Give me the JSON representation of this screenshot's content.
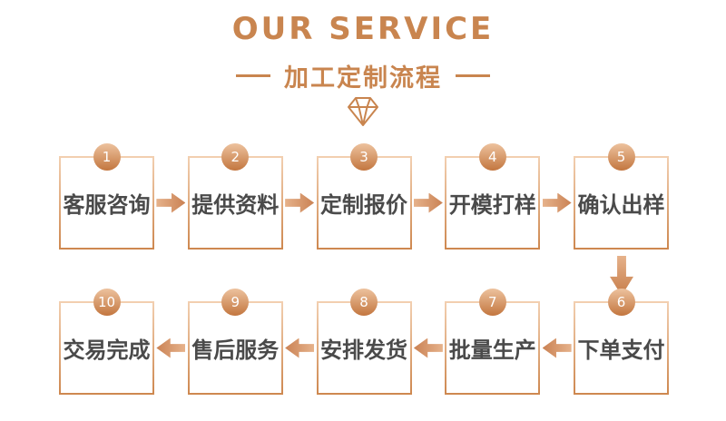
{
  "header": {
    "title": "OUR SERVICE",
    "subtitle": "加工定制流程",
    "diamond_icon": "diamond-outline-icon"
  },
  "colors": {
    "copper": "#C9854F",
    "copper_light": "#F2CFB0",
    "copper_dark": "#C3763F",
    "arrow": "#CA8254",
    "step_text": "#4A4A4A",
    "badge_text": "#FFFFFF",
    "background": "#FFFFFF"
  },
  "flow": {
    "row1": [
      {
        "number": "1",
        "label": "客服咨询"
      },
      {
        "number": "2",
        "label": "提供资料"
      },
      {
        "number": "3",
        "label": "定制报价"
      },
      {
        "number": "4",
        "label": "开模打样"
      },
      {
        "number": "5",
        "label": "确认出样"
      }
    ],
    "row2": [
      {
        "number": "10",
        "label": "交易完成"
      },
      {
        "number": "9",
        "label": "售后服务"
      },
      {
        "number": "8",
        "label": "安排发货"
      },
      {
        "number": "7",
        "label": "批量生产"
      },
      {
        "number": "6",
        "label": "下单支付"
      }
    ]
  }
}
